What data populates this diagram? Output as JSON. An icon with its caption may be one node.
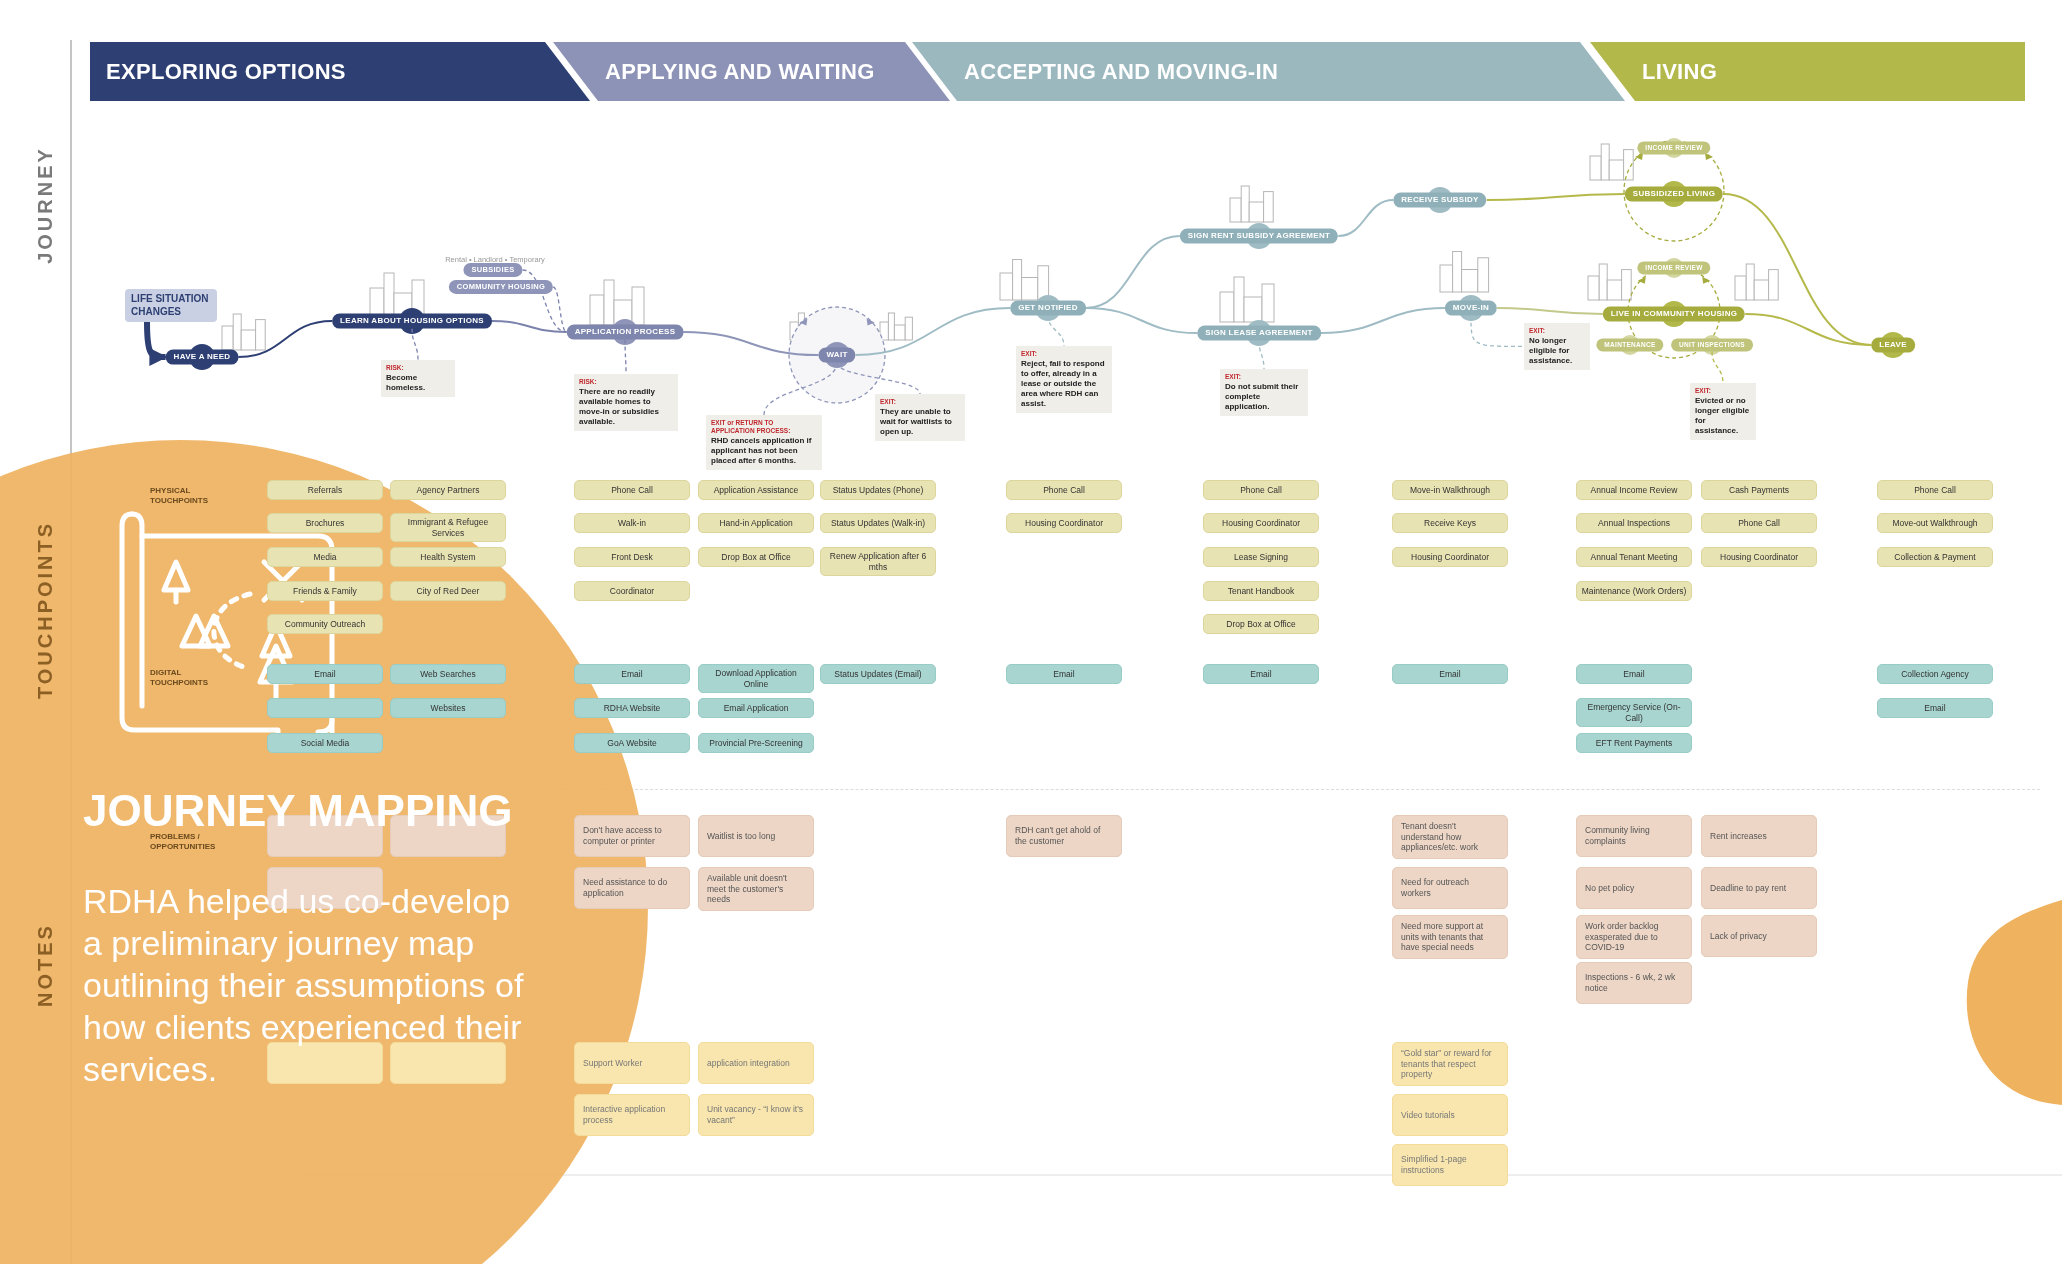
{
  "diagram": {
    "nodes": [
      {
        "text": [
          "EXPLORING OPTIONS"
        ]
      },
      {
        "text": [
          "APPLYING AND WAITING"
        ]
      },
      {
        "text": [
          "ACCEPTING AND MOVING-IN"
        ]
      },
      {
        "text": [
          "LIVING"
        ]
      },
      {
        "text": [
          "LIFE SITUATION CHANGES"
        ]
      },
      {
        "text": [
          "HAVE A NEED"
        ]
      },
      {
        "text": [
          "LEARN ABOUT HOUSING OPTIONS"
        ]
      },
      {
        "text": [
          "SUBSIDIES"
        ],
        "beside": [
          "Rental • Landlord • Temporary"
        ]
      },
      {
        "text": [
          "COMMUNITY HOUSING"
        ]
      },
      {
        "text": [
          "APPLICATION PROCESS"
        ]
      },
      {
        "text": [
          "WAIT"
        ]
      },
      {
        "text": [
          "GET NOTIFIED"
        ]
      },
      {
        "text": [
          "SIGN RENT SUBSIDY AGREEMENT"
        ]
      },
      {
        "text": [
          "RECEIVE SUBSIDY"
        ]
      },
      {
        "text": [
          "SUBSIDIZED LIVING"
        ]
      },
      {
        "text": [
          "INCOME REVIEW"
        ]
      },
      {
        "text": [
          "SIGN LEASE AGREEMENT"
        ]
      },
      {
        "text": [
          "MOVE-IN"
        ]
      },
      {
        "text": [
          "LIVE IN COMMUNITY HOUSING"
        ]
      },
      {
        "text": [
          "INCOME REVIEW"
        ]
      },
      {
        "text": [
          "MAINTENANCE"
        ]
      },
      {
        "text": [
          "UNIT INSPECTIONS"
        ]
      },
      {
        "text": [
          "LEAVE"
        ]
      },
      {
        "text": [
          "RISK:",
          "Become homeless."
        ]
      },
      {
        "text": [
          "RISK:",
          "There are no readily available homes to move-in or subsidies available."
        ]
      },
      {
        "text": [
          "EXIT or RETURN TO APPLICATION PROCESS:",
          "RHD cancels application if applicant has not been placed after 6 months."
        ]
      },
      {
        "text": [
          "EXIT:",
          "They are unable to wait for waitlists to open up."
        ]
      },
      {
        "text": [
          "EXIT:",
          "Reject, fail to respond to offer, already in a lease or outside the area where RDH can assist."
        ]
      },
      {
        "text": [
          "EXIT:",
          "Do not submit their complete application."
        ]
      },
      {
        "text": [
          "EXIT:",
          "No longer eligible for assistance."
        ]
      },
      {
        "text": [
          "EXIT:",
          "Evicted or no longer eligible for assistance."
        ]
      },
      {
        "text": [
          "Referrals"
        ]
      },
      {
        "text": [
          "Brochures"
        ]
      },
      {
        "text": [
          "Media"
        ]
      },
      {
        "text": [
          "Friends & Family"
        ]
      },
      {
        "text": [
          "Community Outreach"
        ]
      },
      {
        "text": [
          "Agency Partners"
        ]
      },
      {
        "text": [
          "Immigrant & Refugee Services"
        ]
      },
      {
        "text": [
          "Health System"
        ]
      },
      {
        "text": [
          "City of Red Deer"
        ]
      },
      {
        "text": [
          "Phone Call"
        ]
      },
      {
        "text": [
          "Walk-in"
        ]
      },
      {
        "text": [
          "Front Desk"
        ]
      },
      {
        "text": [
          "Coordinator"
        ]
      },
      {
        "text": [
          "Application Assistance"
        ]
      },
      {
        "text": [
          "Hand-in Application"
        ]
      },
      {
        "text": [
          "Drop Box at Office"
        ]
      },
      {
        "text": [
          "Status Updates (Phone)"
        ]
      },
      {
        "text": [
          "Status Updates (Walk-in)"
        ]
      },
      {
        "text": [
          "Renew Application after 6 mths"
        ]
      },
      {
        "text": [
          "Phone Call"
        ]
      },
      {
        "text": [
          "Housing Coordinator"
        ]
      },
      {
        "text": [
          "Phone Call"
        ]
      },
      {
        "text": [
          "Housing Coordinator"
        ]
      },
      {
        "text": [
          "Lease Signing"
        ]
      },
      {
        "text": [
          "Tenant Handbook"
        ]
      },
      {
        "text": [
          "Drop Box at Office"
        ]
      },
      {
        "text": [
          "Move-in Walkthrough"
        ]
      },
      {
        "text": [
          "Receive Keys"
        ]
      },
      {
        "text": [
          "Housing Coordinator"
        ]
      },
      {
        "text": [
          "Annual Income Review"
        ]
      },
      {
        "text": [
          "Annual Inspections"
        ]
      },
      {
        "text": [
          "Annual Tenant Meeting"
        ]
      },
      {
        "text": [
          "Maintenance (Work Orders)"
        ]
      },
      {
        "text": [
          "Cash Payments"
        ]
      },
      {
        "text": [
          "Phone Call"
        ]
      },
      {
        "text": [
          "Housing Coordinator"
        ]
      },
      {
        "text": [
          "Phone Call"
        ]
      },
      {
        "text": [
          "Move-out Walkthrough"
        ]
      },
      {
        "text": [
          "Collection & Payment"
        ]
      },
      {
        "text": [
          "Email"
        ]
      },
      {
        "text": [],
        "shape": "box"
      },
      {
        "text": [
          "Social Media"
        ]
      },
      {
        "text": [
          "Web Searches"
        ]
      },
      {
        "text": [
          "Websites"
        ]
      },
      {
        "text": [
          "Email"
        ]
      },
      {
        "text": [
          "RDHA Website"
        ]
      },
      {
        "text": [
          "GoA Website"
        ]
      },
      {
        "text": [
          "Download Application Online"
        ]
      },
      {
        "text": [
          "Email Application"
        ]
      },
      {
        "text": [
          "Provincial Pre-Screening"
        ]
      },
      {
        "text": [
          "Status Updates (Email)"
        ]
      },
      {
        "text": [
          "Email"
        ]
      },
      {
        "text": [
          "Email"
        ]
      },
      {
        "text": [
          "Email"
        ]
      },
      {
        "text": [
          "Email"
        ]
      },
      {
        "text": [
          "Emergency Service (On-Call)"
        ]
      },
      {
        "text": [
          "EFT Rent Payments"
        ]
      },
      {
        "text": [
          "Collection Agency"
        ]
      },
      {
        "text": [
          "Email"
        ]
      },
      {
        "text": [],
        "shape": "box"
      },
      {
        "text": [],
        "shape": "box"
      },
      {
        "text": [],
        "shape": "box"
      },
      {
        "text": [
          "Don't have access to computer or printer"
        ]
      },
      {
        "text": [
          "Need assistance to do application"
        ]
      },
      {
        "text": [
          "Waitlist is too long"
        ]
      },
      {
        "text": [
          "Available unit doesn't meet the customer's needs"
        ]
      },
      {
        "text": [
          "RDH can't get ahold of the customer"
        ]
      },
      {
        "text": [
          "Tenant doesn't understand how appliances/etc. work"
        ]
      },
      {
        "text": [
          "Need for outreach workers"
        ]
      },
      {
        "text": [
          "Need more support at units with tenants that have special needs"
        ]
      },
      {
        "text": [
          "Community living complaints"
        ]
      },
      {
        "text": [
          "No pet policy"
        ]
      },
      {
        "text": [
          "Work order backlog exasperated due to COVID-19"
        ]
      },
      {
        "text": [
          "Inspections - 6 wk, 2 wk notice"
        ]
      },
      {
        "text": [
          "Rent increases"
        ]
      },
      {
        "text": [
          "Deadline to pay rent"
        ]
      },
      {
        "text": [
          "Lack of privacy"
        ]
      },
      {
        "text": [],
        "shape": "box"
      },
      {
        "text": [],
        "shape": "box"
      },
      {
        "text": [
          "Support Worker"
        ]
      },
      {
        "text": [
          "Interactive application process"
        ]
      },
      {
        "text": [
          "application integration"
        ]
      },
      {
        "text": [
          "Unit vacancy - “I know it's vacant”"
        ]
      },
      {
        "text": [
          "“Gold star” or reward for tenants that respect property"
        ]
      },
      {
        "text": [
          "Video tutorials"
        ]
      },
      {
        "text": [
          "Simplified 1-page instructions"
        ]
      }
    ],
    "edges": [
      {
        "from": 4,
        "to": 5,
        "arrow": "to",
        "style": "thick",
        "color": "#2d3f73"
      },
      {
        "from": 5,
        "to": 6,
        "arrow": "none",
        "color": "#2d3f73"
      },
      {
        "from": 6,
        "to": 9,
        "arrow": "none",
        "color": "#7b82ab"
      },
      {
        "from": 7,
        "to": 9,
        "arrow": "none",
        "style": "dashed",
        "color": "#7b82ab"
      },
      {
        "from": 8,
        "to": 9,
        "arrow": "none",
        "style": "dashed",
        "color": "#7b82ab"
      },
      {
        "from": 9,
        "to": 10,
        "arrow": "none",
        "color": "#8e95b8"
      },
      {
        "from": 10,
        "to": 11,
        "arrow": "none",
        "color": "#9fbcc4"
      },
      {
        "from": 11,
        "to": 12,
        "arrow": "none",
        "color": "#9fbcc4"
      },
      {
        "from": 12,
        "to": 13,
        "arrow": "none",
        "color": "#9fbcc4"
      },
      {
        "from": 13,
        "to": 14,
        "arrow": "none",
        "color": "#b5b94a"
      },
      {
        "from": 14,
        "to": 22,
        "arrow": "none",
        "color": "#b5b94a"
      },
      {
        "from": 11,
        "to": 16,
        "arrow": "none",
        "color": "#9fbcc4"
      },
      {
        "from": 16,
        "to": 17,
        "arrow": "none",
        "color": "#9fbcc4"
      },
      {
        "from": 17,
        "to": 18,
        "arrow": "none",
        "color": "#c3c98a"
      },
      {
        "from": 18,
        "to": 22,
        "arrow": "none",
        "color": "#b5b94a"
      },
      {
        "from": 6,
        "to": 23,
        "arrow": "none",
        "style": "dashed",
        "color": "#7b82ab"
      },
      {
        "from": 9,
        "to": 24,
        "arrow": "none",
        "style": "dashed",
        "color": "#7b82ab"
      },
      {
        "from": 10,
        "to": 25,
        "arrow": "none",
        "style": "dashed",
        "color": "#8e95b8"
      },
      {
        "from": 10,
        "to": 26,
        "arrow": "none",
        "style": "dashed",
        "color": "#8e95b8"
      },
      {
        "from": 11,
        "to": 27,
        "arrow": "none",
        "style": "dashed",
        "color": "#9fbcc4"
      },
      {
        "from": 16,
        "to": 28,
        "arrow": "none",
        "style": "dashed",
        "color": "#9fbcc4"
      },
      {
        "from": 17,
        "to": 29,
        "arrow": "none",
        "style": "dashed",
        "color": "#9fbcc4"
      },
      {
        "from": 21,
        "to": 30,
        "arrow": "none",
        "style": "dashed",
        "color": "#b5b94a"
      }
    ],
    "labels": [
      "JOURNEY",
      "TOUCHPOINTS",
      "NOTES",
      "PHYSICAL TOUCHPOINTS",
      "DIGITAL TOUCHPOINTS",
      "PROBLEMS / OPPORTUNITIES",
      "JOURNEY MAPPING",
      "RDHA helped us co-develop a preliminary journey map outlining their assumptions of how clients experienced their services."
    ]
  }
}
